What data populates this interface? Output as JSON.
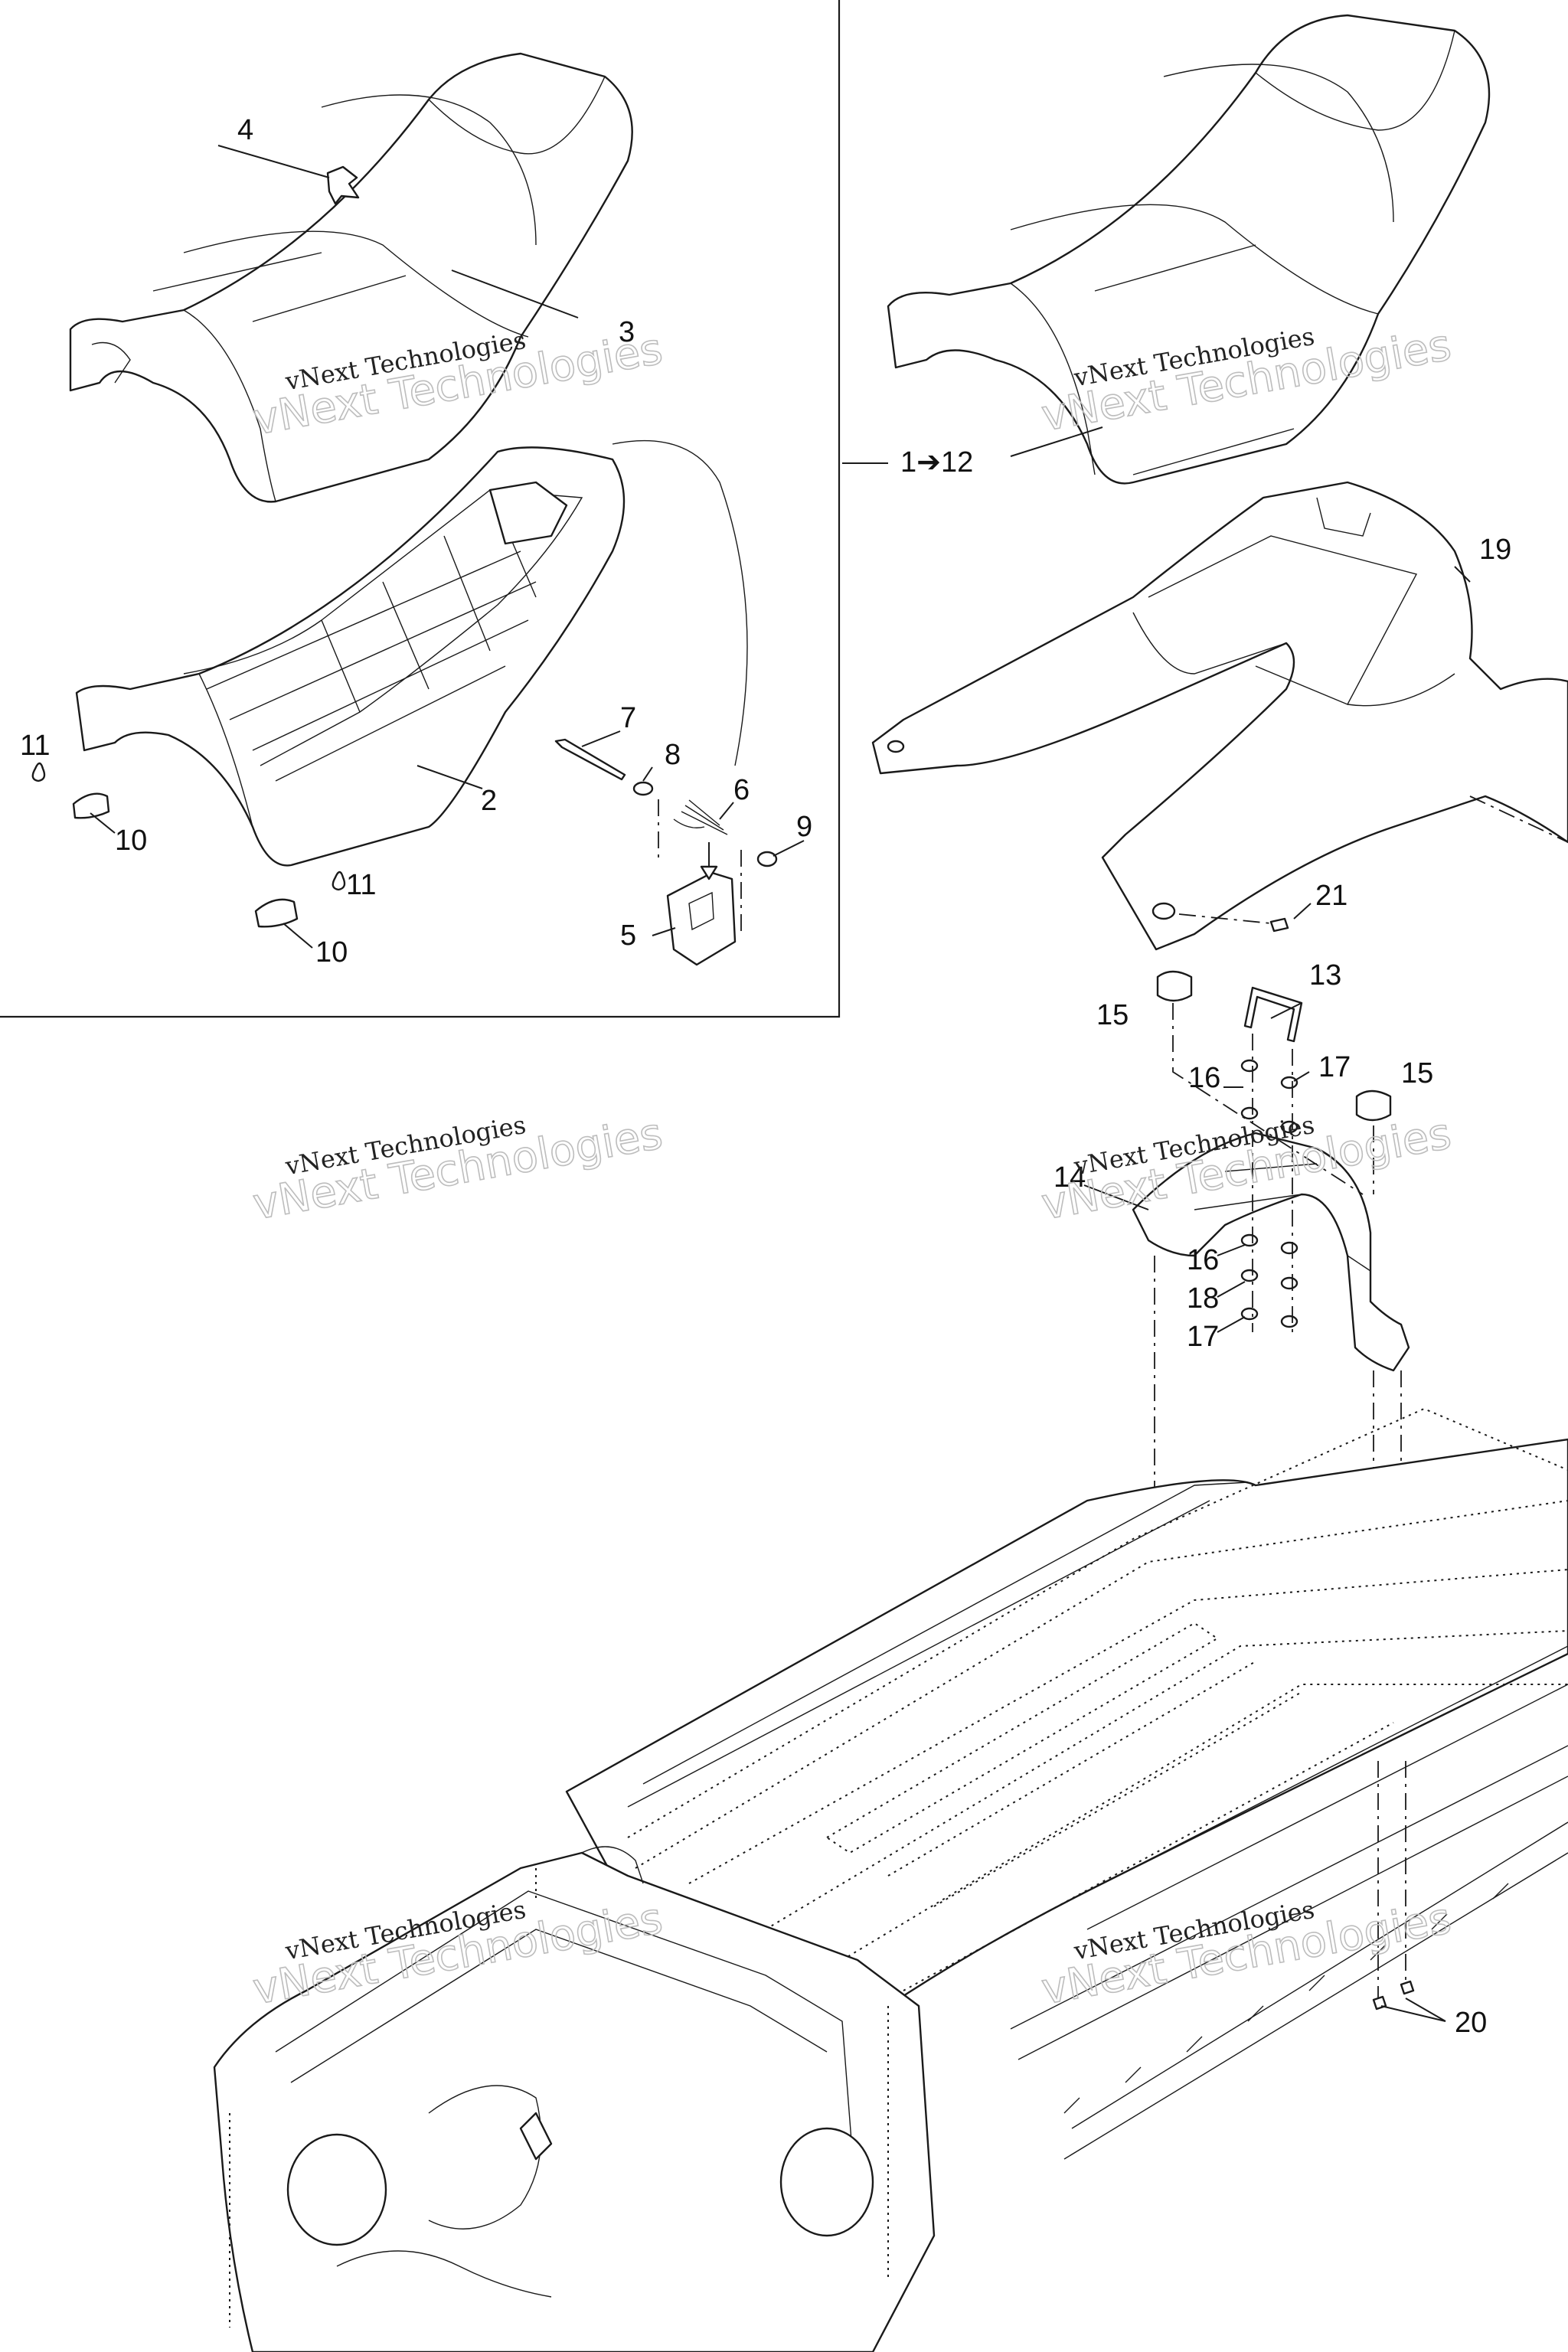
{
  "labels": {
    "l1_12": "1➔12",
    "l2": "2",
    "l3": "3",
    "l4": "4",
    "l5": "5",
    "l6": "6",
    "l7": "7",
    "l8": "8",
    "l9": "9",
    "l10a": "10",
    "l10b": "10",
    "l11a": "11",
    "l11b": "11",
    "l13": "13",
    "l14": "14",
    "l15a": "15",
    "l15b": "15",
    "l16a": "16",
    "l16b": "16",
    "l17a": "17",
    "l17b": "17",
    "l18": "18",
    "l19": "19",
    "l20": "20",
    "l21": "21"
  },
  "watermark": {
    "line1": "vNext Technologies",
    "line2": "vNext Technologies"
  }
}
